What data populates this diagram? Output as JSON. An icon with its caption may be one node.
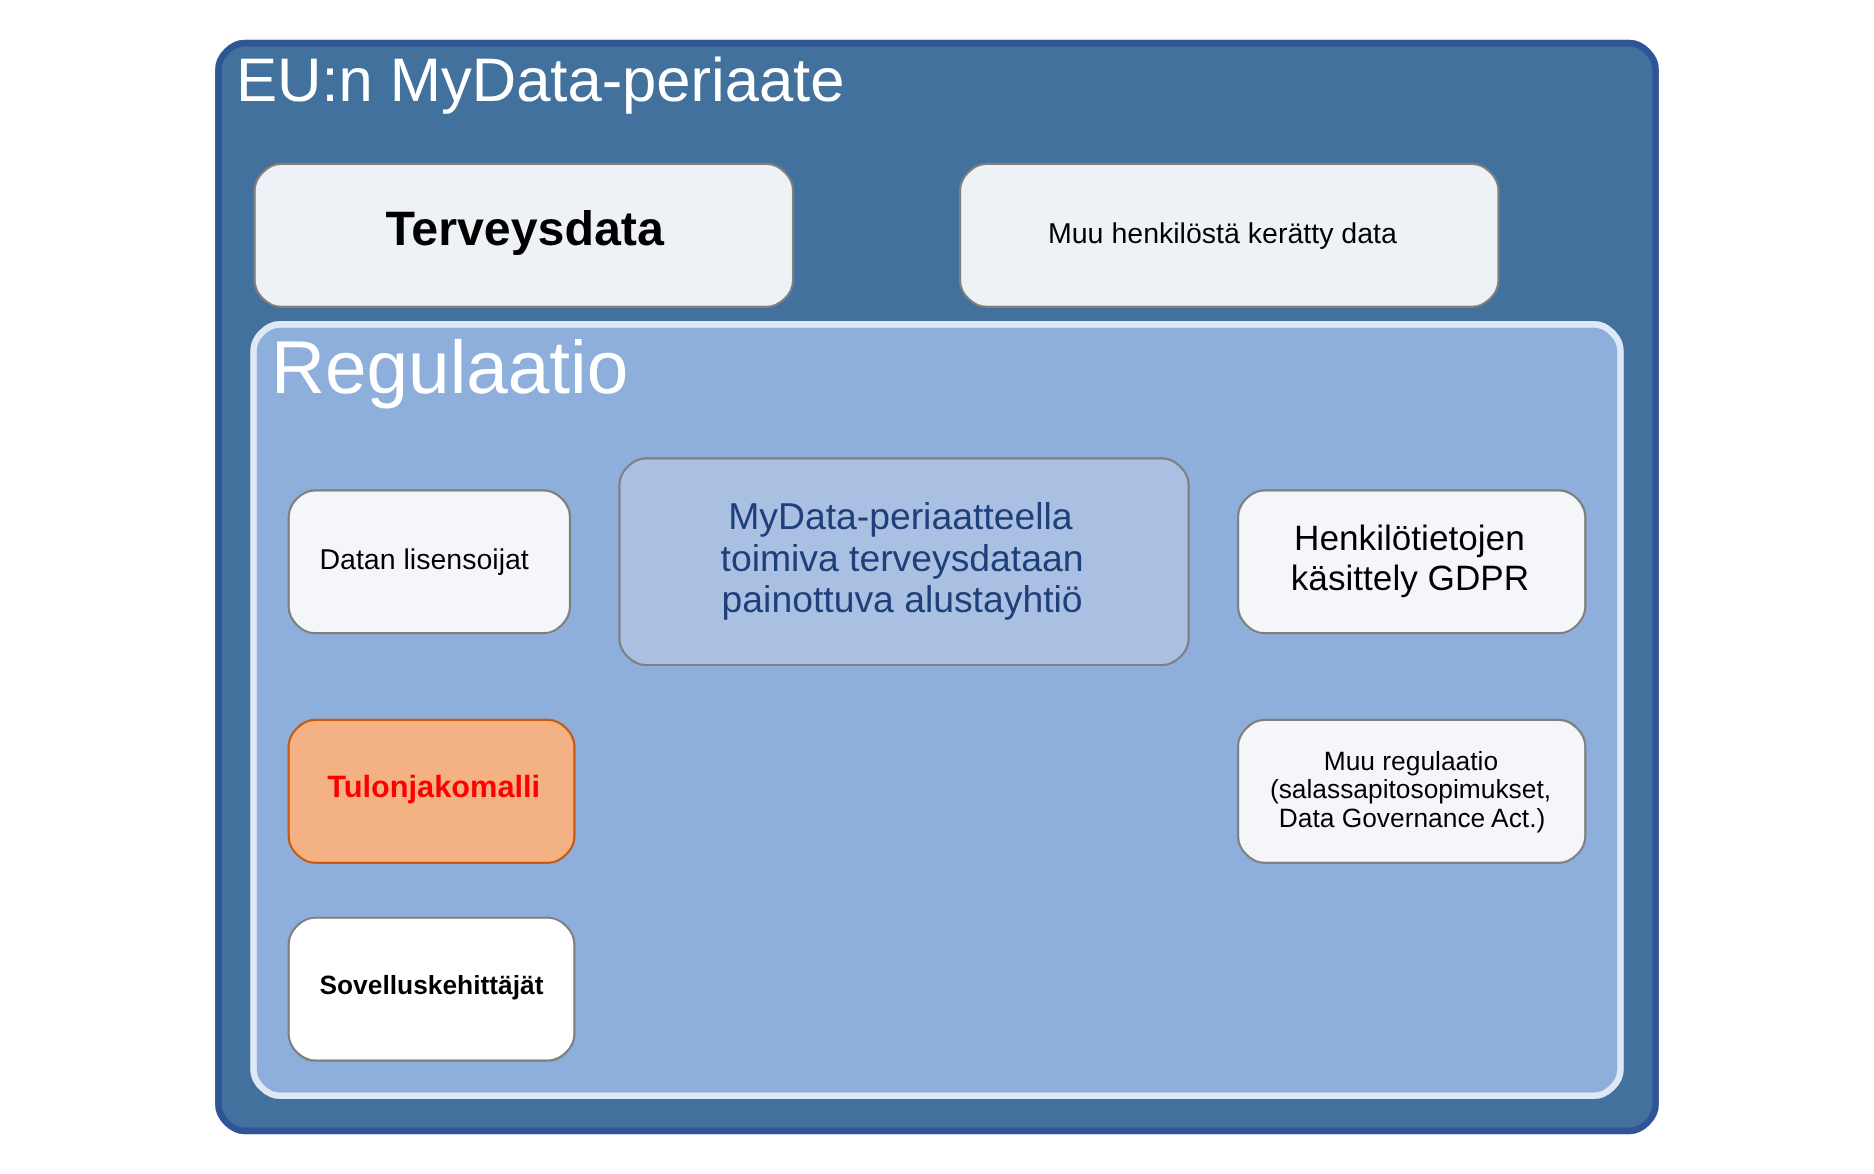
{
  "diagram": {
    "nodes": [
      {
        "text": [
          "EU:n MyData-periaate"
        ]
      },
      {
        "text": [
          "Muu henkilöstä kerätty data"
        ],
        "in": 0
      },
      {
        "text": [
          "Terveysdata"
        ],
        "in": 0
      },
      {
        "text": [
          "Regulaatio"
        ],
        "in": 0
      },
      {
        "text": [
          "Henkilötietojen käsittely GDPR"
        ],
        "in": 3
      },
      {
        "text": [
          "Muu regulaatio (salassapitosopimukset, Data Governance Act.)"
        ],
        "in": 3
      },
      {
        "text": [
          "MyData-periaatteella toimiva terveysdataan painottuva alustayhtiö"
        ],
        "in": 3
      },
      {
        "text": [
          "Datan lisensoijat"
        ],
        "in": 3
      },
      {
        "text": [
          "Tulonjakomalli"
        ],
        "in": 3
      },
      {
        "text": [
          "Sovelluskehittäjät"
        ],
        "in": 3
      }
    ],
    "edges": []
  }
}
